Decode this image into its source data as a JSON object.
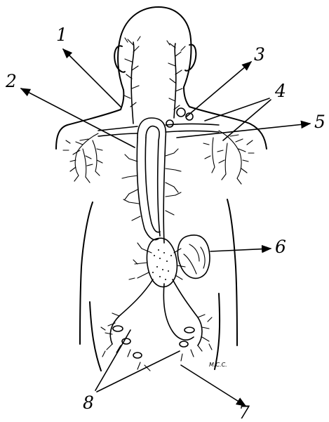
{
  "labels": {
    "l1": "1",
    "l2": "2",
    "l3": "3",
    "l4": "4",
    "l5": "5",
    "l6": "6",
    "l7": "7",
    "l8": "8"
  },
  "signature": "M.C.C."
}
